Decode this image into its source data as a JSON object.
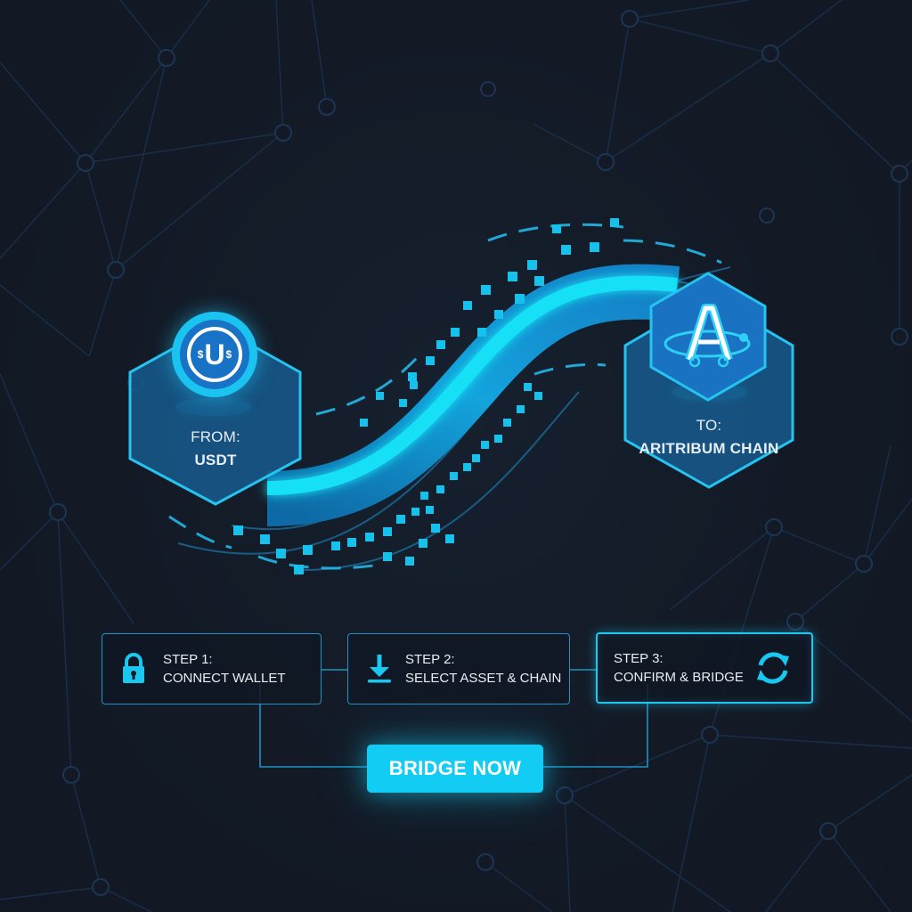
{
  "source": {
    "label_prefix": "FROM:",
    "asset": "USDT",
    "icon": "usdt-coin-icon",
    "icon_letter": "U",
    "icon_symbol": "$"
  },
  "destination": {
    "label_prefix": "TO:",
    "chain": "ARITRIBUM CHAIN",
    "icon": "aritribum-logo-icon",
    "icon_letter": "A"
  },
  "steps": [
    {
      "title": "STEP 1:",
      "label": "CONNECT WALLET",
      "icon": "lock-icon"
    },
    {
      "title": "STEP 2:",
      "label": "SELECT ASSET & CHAIN",
      "icon": "download-icon"
    },
    {
      "title": "STEP 3:",
      "label": "CONFIRM & BRIDGE",
      "icon": "refresh-icon"
    }
  ],
  "cta": {
    "label": "BRIDGE NOW"
  },
  "colors": {
    "background": "#131a26",
    "accent": "#12ccf3",
    "hex_fill": "#1a5f96",
    "hex_border": "#25c4f0",
    "network_lines": "#1b3350"
  }
}
